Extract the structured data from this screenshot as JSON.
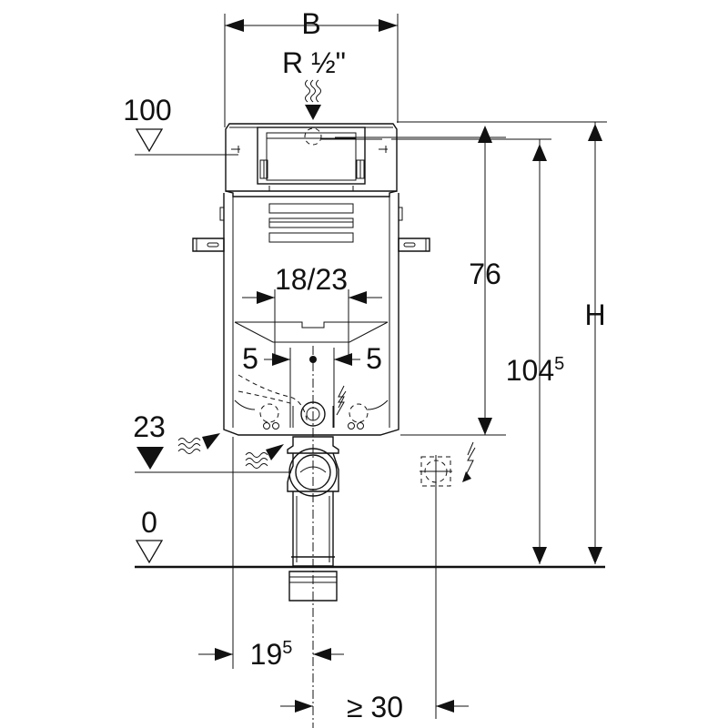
{
  "diagram": {
    "labels": {
      "width": "B",
      "height": "H",
      "supply_thread": "R ½\"",
      "cistern_level": "100",
      "floor_level": "0",
      "drain_level": "23",
      "flush_spacing": "18/23",
      "left_offset": "5",
      "right_offset": "5",
      "frame_height": "76",
      "total_height_main": "104",
      "total_height_sup": "5",
      "wall_offset_main": "19",
      "wall_offset_sup": "5",
      "power_distance": "≥ 30"
    },
    "icons": [
      "water-supply-icon",
      "electric-icon",
      "level-marker-icon",
      "socket-icon"
    ]
  }
}
